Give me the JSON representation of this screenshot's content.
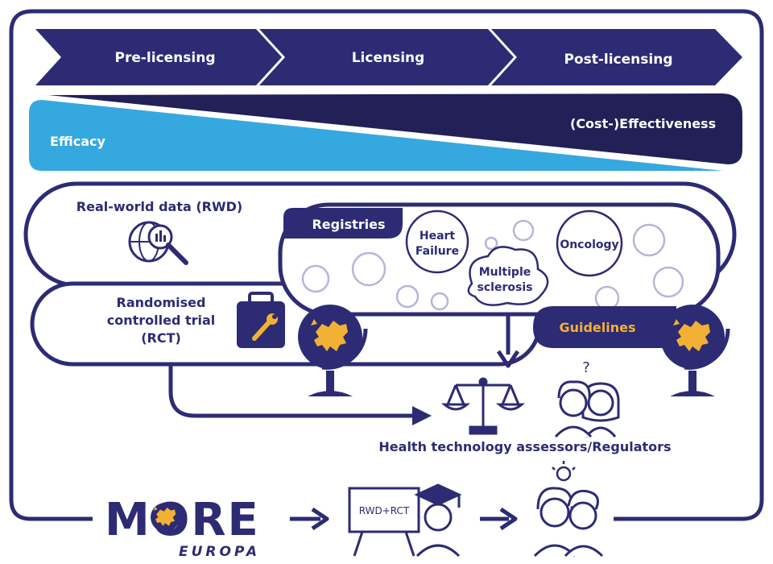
{
  "phases": [
    "Pre-licensing",
    "Licensing",
    "Post-licensing"
  ],
  "efficacy_label": "Efficacy",
  "effectiveness_label": "(Cost-)Effectiveness",
  "rwd_label": "Real-world data (RWD)",
  "registries_label": "Registries",
  "registry_bubbles": {
    "heart_failure": [
      "Heart",
      "Failure"
    ],
    "multiple_sclerosis": [
      "Multiple",
      "sclerosis"
    ],
    "oncology": "Oncology"
  },
  "rct_label": [
    "Randomised",
    "controlled trial",
    "(RCT)"
  ],
  "guidelines_label": "Guidelines",
  "hta_label": "Health technology assessors/Regulators",
  "board_text": "RWD+RCT",
  "logo": {
    "brand": "MORE",
    "sub": "EUROPA"
  },
  "colors": {
    "navy": "#2d2b74",
    "dark_navy": "#222056",
    "light_blue": "#35a8e0",
    "gold": "#f2b134"
  }
}
